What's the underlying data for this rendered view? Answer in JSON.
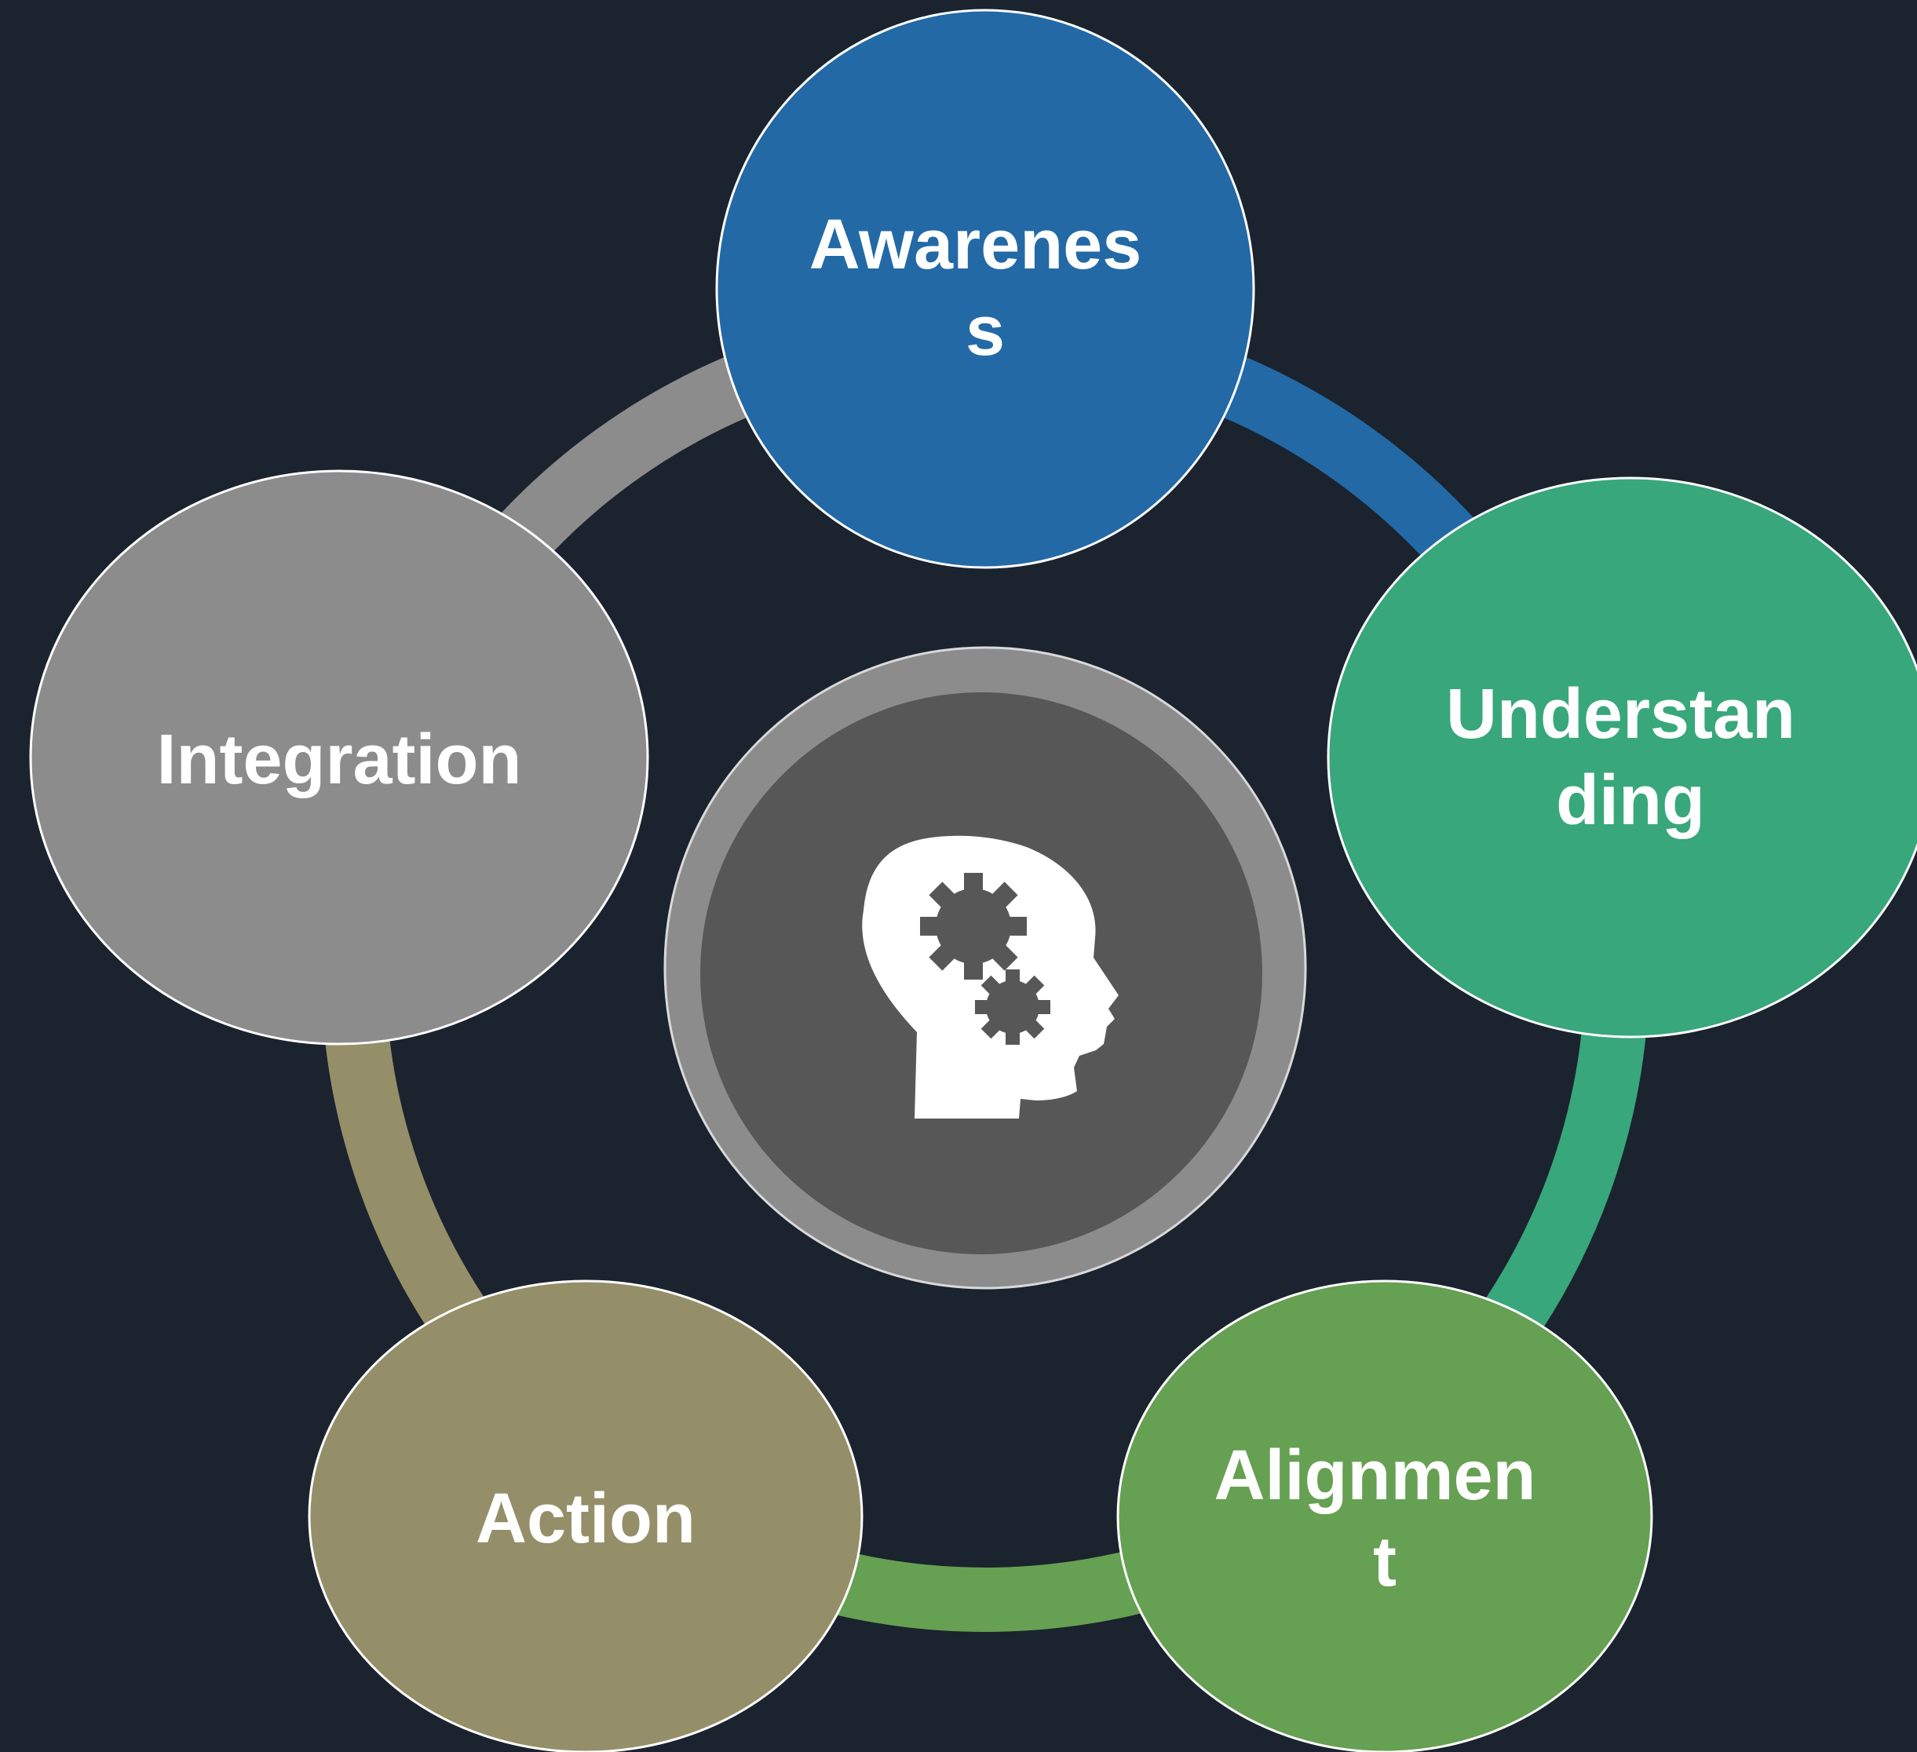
{
  "diagram": {
    "background": "#1b232e",
    "center": {
      "icon": "head-with-gears-icon",
      "outer_ring_color": "#8c8c8c",
      "inner_fill_color": "#575757"
    },
    "nodes": [
      {
        "id": "awareness",
        "lines": [
          "Awarenes",
          "s"
        ],
        "color": "#2369a6"
      },
      {
        "id": "understanding",
        "lines": [
          "Understan",
          "ding"
        ],
        "color": "#38a77b"
      },
      {
        "id": "alignment",
        "lines": [
          "Alignmen",
          "t"
        ],
        "color": "#66a052"
      },
      {
        "id": "action",
        "lines": [
          "Action"
        ],
        "color": "#958f69"
      },
      {
        "id": "integration",
        "lines": [
          "Integration"
        ],
        "color": "#8c8c8c"
      }
    ],
    "connectors": [
      {
        "from": "awareness",
        "to": "understanding",
        "color": "#2369a6"
      },
      {
        "from": "understanding",
        "to": "alignment",
        "color": "#38a77b"
      },
      {
        "from": "alignment",
        "to": "action",
        "color": "#66a052"
      },
      {
        "from": "action",
        "to": "integration",
        "color": "#958f69"
      },
      {
        "from": "integration",
        "to": "awareness",
        "color": "#8c8c8c"
      }
    ]
  }
}
